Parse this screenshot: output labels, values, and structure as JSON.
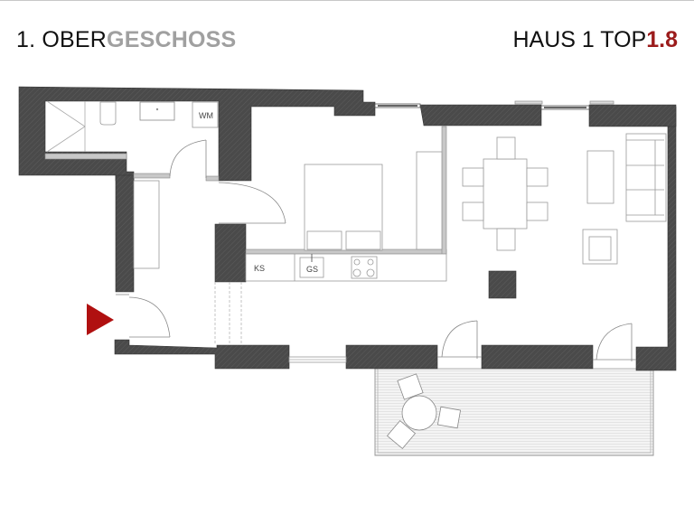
{
  "header": {
    "floor_prefix": "1. OBER",
    "floor_accent": "GESCHOSS",
    "unit_prefix": "HAUS 1 TOP",
    "unit_number": "1.8"
  },
  "colors": {
    "wall": "#4a4a4a",
    "partition": "#c8c8c8",
    "line": "#8a8a8a",
    "entry_marker": "#b01010",
    "unit_number": "#9b1b1b",
    "accent_text": "#a0a0a0"
  },
  "labels": {
    "washing_machine": "WM",
    "fridge": "KS",
    "dishwasher": "GS"
  },
  "rooms": [
    {
      "name": "bathroom"
    },
    {
      "name": "hallway"
    },
    {
      "name": "bedroom"
    },
    {
      "name": "kitchen"
    },
    {
      "name": "living-dining"
    },
    {
      "name": "balcony"
    }
  ],
  "entry_marker": {
    "icon": "entrance-arrow-icon"
  }
}
